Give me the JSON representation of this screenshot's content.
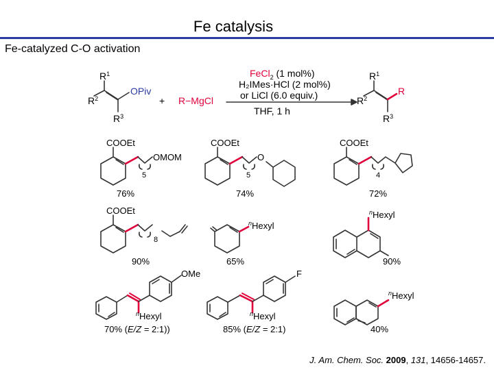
{
  "slide": {
    "title": "Fe catalysis",
    "subtitle": "Fe-catalyzed C-O activation"
  },
  "scheme": {
    "substrate": {
      "r1": "R",
      "r1_sup": "1",
      "r2": "R",
      "r2_sup": "2",
      "r3": "R",
      "r3_sup": "3",
      "leaving_group": "OPiv"
    },
    "plus": "+",
    "grignard": {
      "r": "R",
      "rest": "−MgCl"
    },
    "conditions": {
      "line1_a": "FeCl",
      "line1_sub": "2",
      "line1_b": " (1 mol%)",
      "line2": "H₂IMes·HCl (2 mol%)",
      "line3": "or LiCl (6.0 equiv.)",
      "line4": "THF, 1 h"
    },
    "product": {
      "r1": "R",
      "r1_sup": "1",
      "r2": "R",
      "r2_sup": "2",
      "r3": "R",
      "r3_sup": "3",
      "r": "R"
    }
  },
  "entries": [
    {
      "ester": "COOEt",
      "tail": "OMOM",
      "n": "5",
      "yield": "76%"
    },
    {
      "ester": "COOEt",
      "tail": "O",
      "n": "5",
      "yield": "74%"
    },
    {
      "ester": "COOEt",
      "n": "4",
      "yield": "72%"
    },
    {
      "ester": "COOEt",
      "n": "8",
      "yield": "90%"
    },
    {
      "hex_sup": "n",
      "hex": "Hexyl",
      "yield": "65%"
    },
    {
      "hex_sup": "n",
      "hex": "Hexyl",
      "yield": "90%"
    },
    {
      "sub": "OMe",
      "hex_sup": "n",
      "hex": "Hexyl",
      "yield": "70% (",
      "ez": "E/Z",
      "ratio": " = 2:1))"
    },
    {
      "sub": "F",
      "hex_sup": "n",
      "hex": "Hexyl",
      "yield": "85% (",
      "ez": "E/Z",
      "ratio": " = 2:1)"
    },
    {
      "hex_sup": "n",
      "hex": "Hexyl",
      "yield": "40%"
    }
  ],
  "citation": {
    "journal": "J. Am. Chem. Soc.",
    "year": "2009",
    "volume": "131",
    "pages": ", 14656-14657."
  },
  "colors": {
    "highlight": "#e0003a",
    "bond": "#333333",
    "rule": "#2a3aa0"
  }
}
